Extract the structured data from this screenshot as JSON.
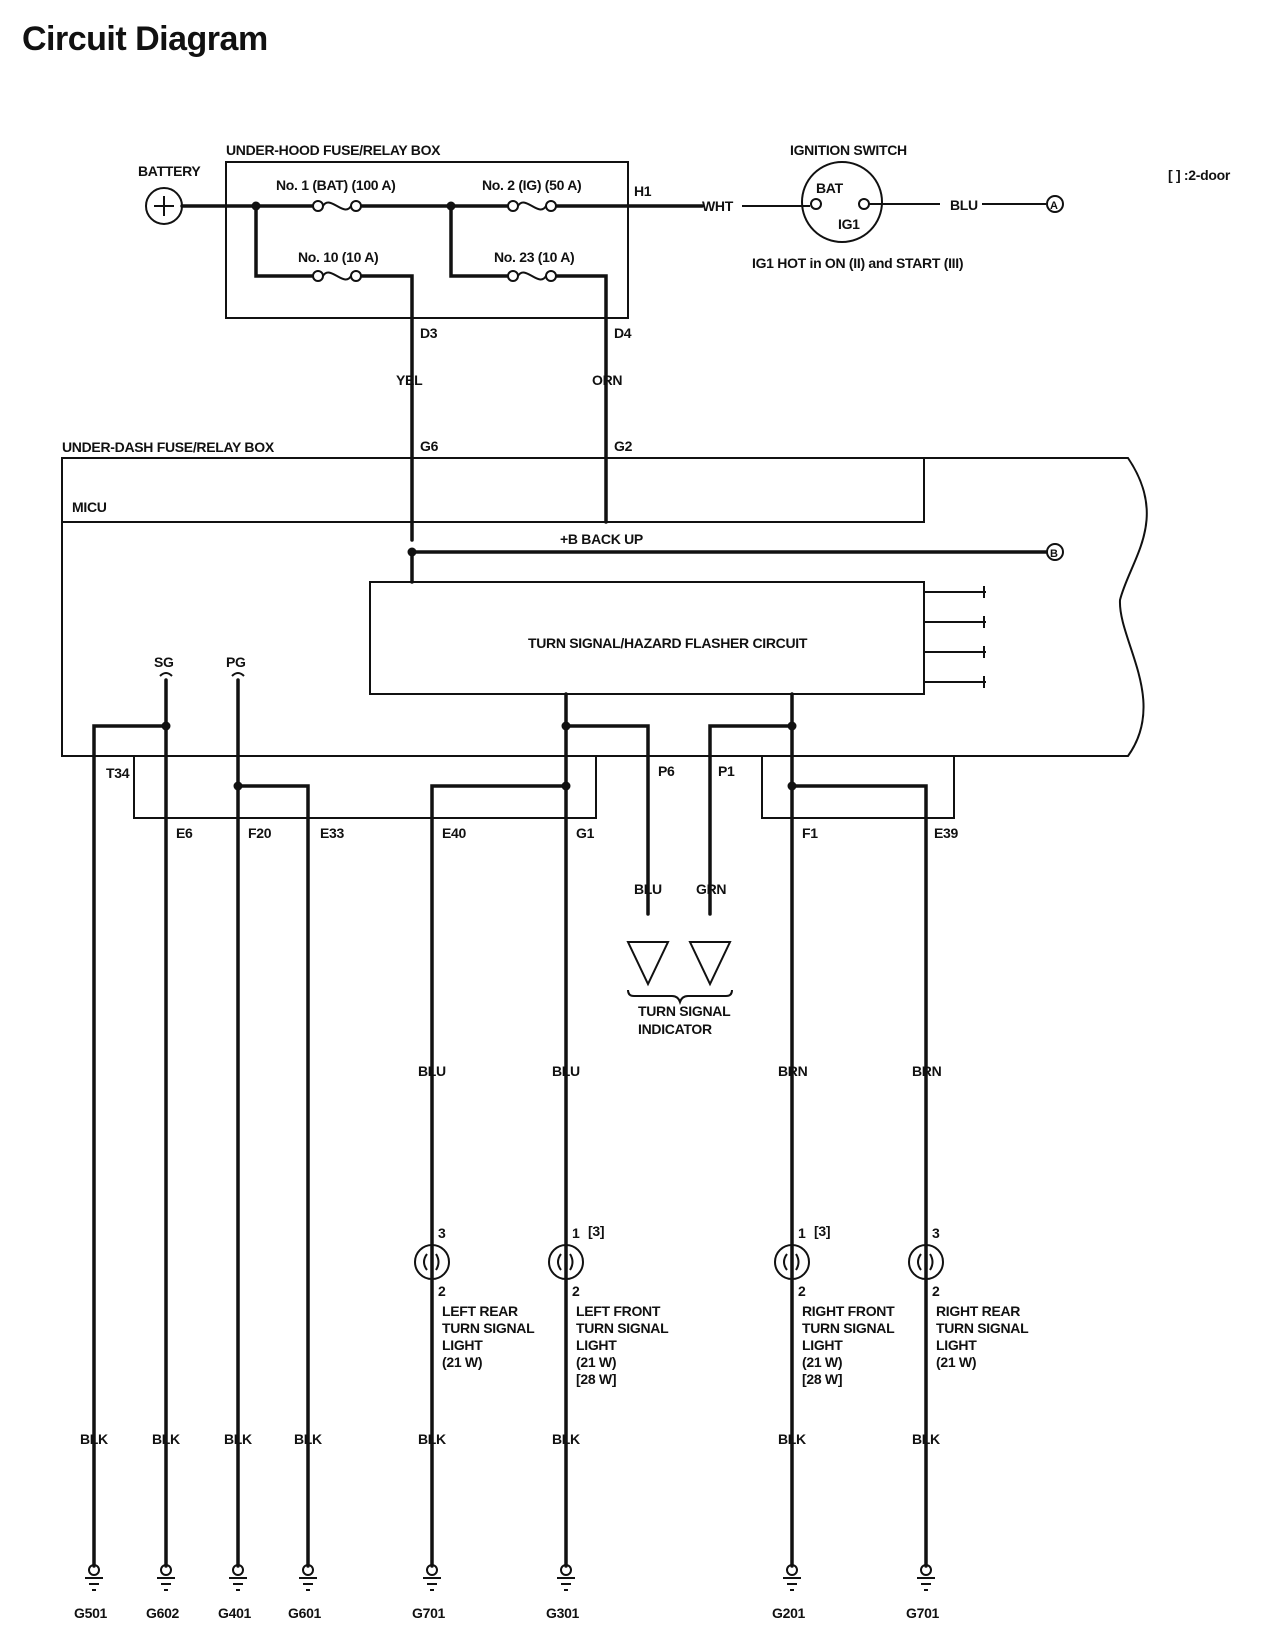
{
  "title": "Circuit Diagram",
  "note": "[ ] :2-door",
  "battery": {
    "label": "BATTERY"
  },
  "under_hood_box": {
    "label": "UNDER-HOOD FUSE/RELAY BOX",
    "fuses": [
      "No. 1 (BAT) (100 A)",
      "No. 2 (IG) (50 A)",
      "No. 10 (10 A)",
      "No. 23 (10 A)"
    ],
    "terminals": [
      "H1",
      "D3",
      "D4"
    ]
  },
  "ignition_switch": {
    "label": "IGNITION SWITCH",
    "bat": "BAT",
    "ig1": "IG1",
    "note": "IG1 HOT in ON (II) and START (III)",
    "in_wire": "WHT",
    "out_wire": "BLU",
    "connector": "A"
  },
  "feed_wires": {
    "yel": "YEL",
    "orn": "ORN"
  },
  "under_dash_box": {
    "label": "UNDER-DASH FUSE/RELAY BOX",
    "micu": "MICU",
    "backup": "+B BACK UP",
    "backup_connector": "B",
    "flasher": "TURN SIGNAL/HAZARD FLASHER CIRCUIT",
    "g6": "G6",
    "g2": "G2",
    "sg": "SG",
    "pg": "PG"
  },
  "terminals": {
    "t34": "T34",
    "e6": "E6",
    "f20": "F20",
    "e33": "E33",
    "e40": "E40",
    "g1": "G1",
    "p6": "P6",
    "p1": "P1",
    "f1": "F1",
    "e39": "E39"
  },
  "indicator": {
    "wire1": "BLU",
    "wire2": "GRN",
    "label_line1": "TURN SIGNAL",
    "label_line2": "INDICATOR"
  },
  "lights": [
    {
      "wire": "BLU",
      "pin_top": "3",
      "alt": "",
      "pin_bottom": "2",
      "name1": "LEFT REAR",
      "name2": "TURN SIGNAL",
      "name3": "LIGHT",
      "w1": "(21 W)",
      "w2": "",
      "ground_wire": "BLK",
      "ground": "G701"
    },
    {
      "wire": "BLU",
      "pin_top": "1",
      "alt": "[3]",
      "pin_bottom": "2",
      "name1": "LEFT FRONT",
      "name2": "TURN SIGNAL",
      "name3": "LIGHT",
      "w1": "(21 W)",
      "w2": "[28 W]",
      "ground_wire": "BLK",
      "ground": "G301"
    },
    {
      "wire": "BRN",
      "pin_top": "1",
      "alt": "[3]",
      "pin_bottom": "2",
      "name1": "RIGHT FRONT",
      "name2": "TURN SIGNAL",
      "name3": "LIGHT",
      "w1": "(21 W)",
      "w2": "[28 W]",
      "ground_wire": "BLK",
      "ground": "G201"
    },
    {
      "wire": "BRN",
      "pin_top": "3",
      "alt": "",
      "pin_bottom": "2",
      "name1": "RIGHT REAR",
      "name2": "TURN SIGNAL",
      "name3": "LIGHT",
      "w1": "(21 W)",
      "w2": "",
      "ground_wire": "BLK",
      "ground": "G701"
    }
  ],
  "grounds": [
    {
      "wire": "BLK",
      "name": "G501"
    },
    {
      "wire": "BLK",
      "name": "G602"
    },
    {
      "wire": "BLK",
      "name": "G401"
    },
    {
      "wire": "BLK",
      "name": "G601"
    }
  ]
}
